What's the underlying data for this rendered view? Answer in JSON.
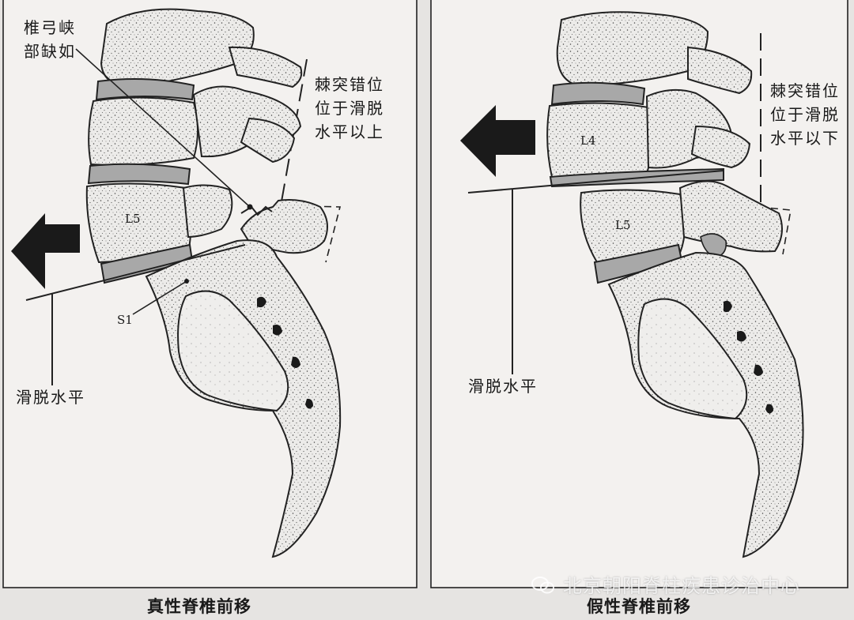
{
  "left_panel": {
    "caption": "真性脊椎前移",
    "defect_label": "椎弓峡\n部缺如",
    "spinous_note": "棘突错位\n位于滑脱\n水平以上",
    "slip_level_label": "滑脱水平",
    "vertebra_label": "L5",
    "sacrum_label": "S1"
  },
  "right_panel": {
    "caption": "假性脊椎前移",
    "spinous_note": "棘突错位\n位于滑脱\n水平以下",
    "slip_level_label": "滑脱水平",
    "upper_vertebra_label": "L4",
    "lower_vertebra_label": "L5"
  },
  "watermark": "北京朝阳脊柱疾患诊治中心",
  "colors": {
    "background": "#e6e4e2",
    "panel": "#f3f1ef",
    "bone": "#e9e7e5",
    "disc": "#a8a8a8",
    "ink": "#1a1a1a"
  }
}
